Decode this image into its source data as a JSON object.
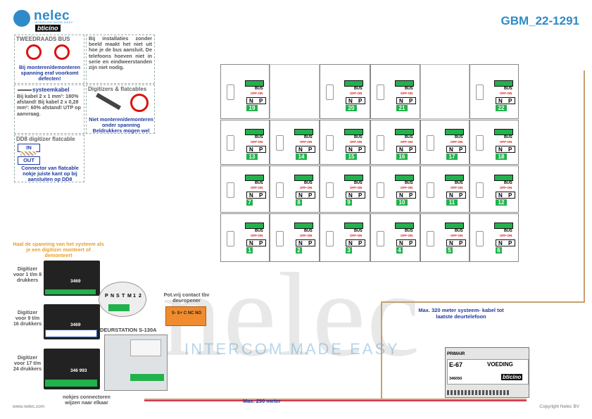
{
  "brand": {
    "name": "nelec",
    "tagline": "INTERCOM MADE EASY",
    "partner": "bticino"
  },
  "doc_title": "GBM_22-1291",
  "info_boxes": {
    "two_wire": {
      "title": "TWEEDRAADS BUS",
      "text": "Bij monteren/demonteren spanning eraf voorkomt defecten!"
    },
    "install": {
      "text": "Bij installaties zonder beeld maakt het niet uit hoe je de bus aansluit. De telefoons hoeven niet in serie en eindweerstanden zijn niet nodig."
    },
    "cable": {
      "title": "systeemkabel",
      "text": "Bij kabel 2 x 1 mm²: 180% afstand! Bij kabel 2 x 0,28 mm²: 60% afstand! UTP op aanvraag."
    },
    "digitizers": {
      "title": "Digitizers & flatcables",
      "text": "Niet monteren/demonteren onder spanning Beldrukkers mogen wel"
    },
    "dd8": {
      "title": "DD8 digitizer flatcable",
      "in": "IN",
      "out": "OUT",
      "text": "Connector van flatcable nokje juiste kant op bij aansluiten op DD8"
    }
  },
  "warning_orange": "Haal de spanning van het systeem als je een digitizer monteert of demonteert",
  "digitizers": [
    {
      "label": "Digitizer voor 1 t/m 8 drukkers",
      "model": "3469"
    },
    {
      "label": "Digitizer voor 9 t/m 16 drukkers",
      "model": "3469"
    },
    {
      "label": "Digitizer voor 17 t/m 24 drukkers",
      "model": "346 993"
    }
  ],
  "door_station": "DEURSTATION S-130A",
  "connector_note": "nokjes connectoren wijzen naar elkaar",
  "dip_labels": [
    "P",
    "N",
    "S",
    "T",
    "M",
    "1",
    "2"
  ],
  "relay": {
    "label": "Pot.vrij contact tbv deuropener",
    "terminals": "S- S+ C NC NO"
  },
  "max_system": "Max. 320 meter systeem- kabel tot laatste deurtelefoon",
  "max_290": "Max. 290 meter",
  "power_supply": {
    "primair": "PRIMAIR",
    "model": "E-67",
    "name": "VOEDING",
    "code": "346050",
    "brand": "bticino"
  },
  "handset": {
    "bus": "BUS",
    "off_on": "OFF-ON",
    "n": "N",
    "p": "P"
  },
  "rows": [
    [
      {
        "col": 1,
        "num": "19"
      },
      {
        "col": 3,
        "num": "20"
      },
      {
        "col": 4,
        "num": "21"
      },
      {
        "col": 6,
        "num": "22"
      }
    ],
    [
      {
        "col": 1,
        "num": "13"
      },
      {
        "col": 2,
        "num": "14"
      },
      {
        "col": 3,
        "num": "15"
      },
      {
        "col": 4,
        "num": "16"
      },
      {
        "col": 5,
        "num": "17"
      },
      {
        "col": 6,
        "num": "18"
      }
    ],
    [
      {
        "col": 1,
        "num": "7"
      },
      {
        "col": 2,
        "num": "8"
      },
      {
        "col": 3,
        "num": "9"
      },
      {
        "col": 4,
        "num": "10"
      },
      {
        "col": 5,
        "num": "11"
      },
      {
        "col": 6,
        "num": "12"
      }
    ],
    [
      {
        "col": 1,
        "num": "1"
      },
      {
        "col": 2,
        "num": "2"
      },
      {
        "col": 3,
        "num": "3"
      },
      {
        "col": 4,
        "num": "4"
      },
      {
        "col": 5,
        "num": "5"
      },
      {
        "col": 6,
        "num": "6"
      }
    ]
  ],
  "footer": {
    "left": "www.nelec.com",
    "right": "Copyright Nelec BV"
  }
}
